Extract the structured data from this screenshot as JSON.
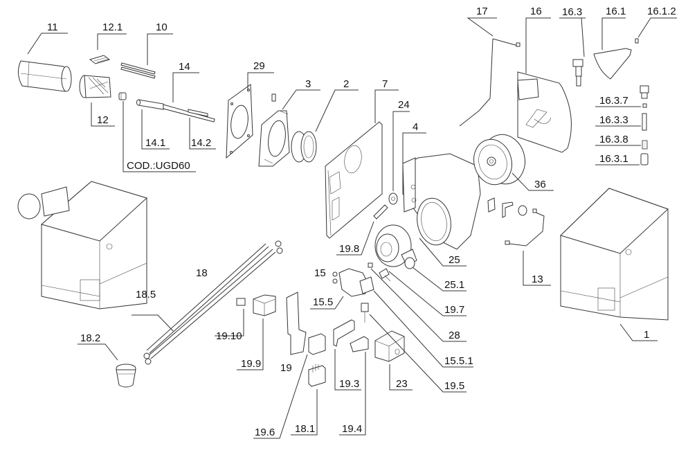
{
  "diagram": {
    "type": "exploded parts diagram",
    "subject": "oil burner assembly",
    "labels": {
      "p11": "11",
      "p12_1": "12.1",
      "p10": "10",
      "p14": "14",
      "p12": "12",
      "p14_1": "14.1",
      "p14_2": "14.2",
      "cod": "COD.:UGD60",
      "p29": "29",
      "p3": "3",
      "p2": "2",
      "p7": "7",
      "p24": "24",
      "p4": "4",
      "p17": "17",
      "p16": "16",
      "p16_3": "16.3",
      "p16_1": "16.1",
      "p16_1_2": "16.1.2",
      "p16_3_7": "16.3.7",
      "p16_3_3": "16.3.3",
      "p16_3_8": "16.3.8",
      "p16_3_1": "16.3.1",
      "p36": "36",
      "p13": "13",
      "p1": "1",
      "p18": "18",
      "p18_5": "18.5",
      "p18_2": "18.2",
      "p19_10": "19.10",
      "p19_9": "19.9",
      "p19": "19",
      "p19_6": "19.6",
      "p18_1": "18.1",
      "p19_3": "19.3",
      "p19_4": "19.4",
      "p23": "23",
      "p19_8": "19.8",
      "p15": "15",
      "p15_5": "15.5",
      "p25": "25",
      "p25_1": "25.1",
      "p19_7": "19.7",
      "p28": "28",
      "p15_5_1": "15.5.1",
      "p19_5": "19.5"
    }
  }
}
